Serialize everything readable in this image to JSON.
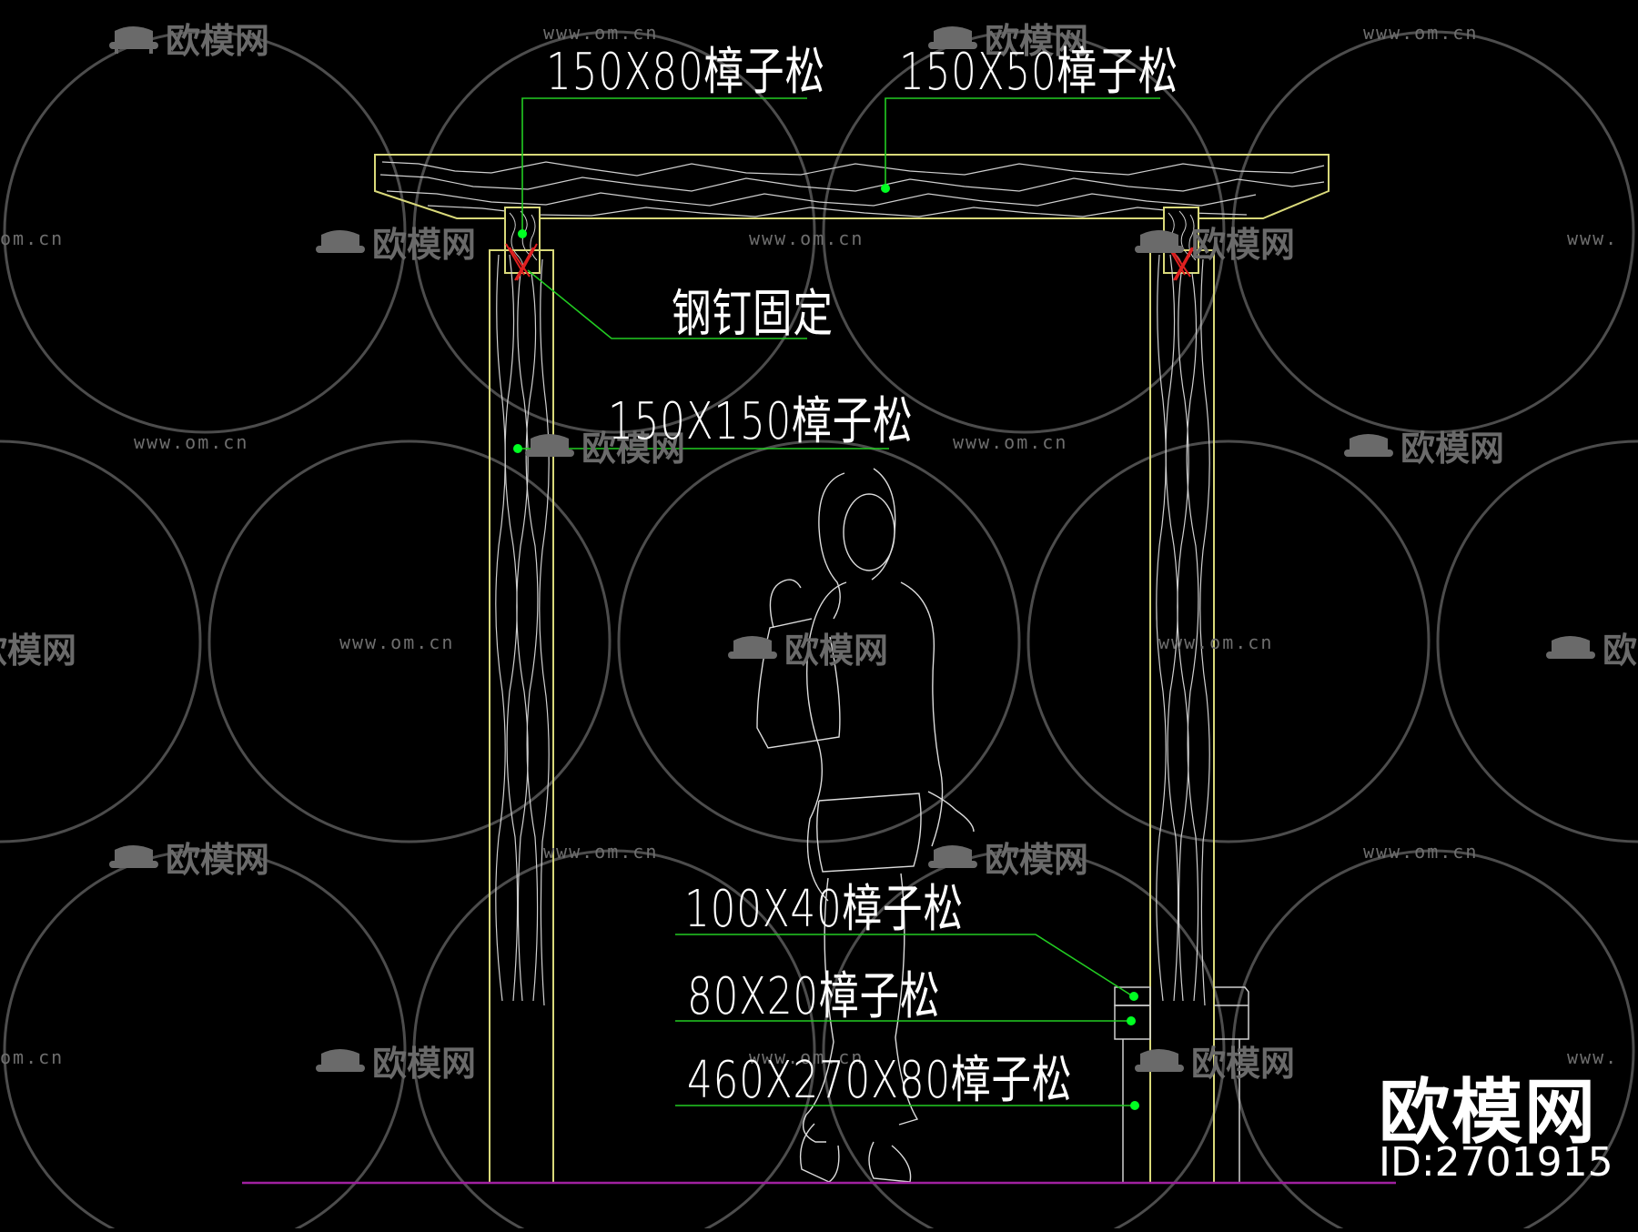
{
  "drawing": {
    "title": "Wooden door frame elevation",
    "colors": {
      "background": "#000000",
      "outline": "#d9d97a",
      "leader": "#22cc22",
      "leader_dot": "#00ff22",
      "grain": "#cfcfcf",
      "nail": "#e02020",
      "ground": "#a020a0",
      "watermark": "#6a6a6a"
    },
    "labels": [
      {
        "id": "beam-150x80",
        "text": "150X80樟子松"
      },
      {
        "id": "beam-150x50",
        "text": "150X50樟子松"
      },
      {
        "id": "steel-nail",
        "text": "钢钉固定"
      },
      {
        "id": "post-150x150",
        "text": "150X150樟子松"
      },
      {
        "id": "rail-100x40",
        "text": "100X40樟子松"
      },
      {
        "id": "rail-80x20",
        "text": "80X20樟子松"
      },
      {
        "id": "block-460x270x80",
        "text": "460X270X80樟子松"
      }
    ]
  },
  "watermark": {
    "url": "www.om.cn",
    "brand": "欧模网",
    "url_partial_left": "om.cn",
    "url_partial_right": "www.",
    "brand_partial_left": "欧模网",
    "brand_partial_right": "欧"
  },
  "stamp": {
    "brand": "欧模网",
    "id": "ID:2701915"
  }
}
